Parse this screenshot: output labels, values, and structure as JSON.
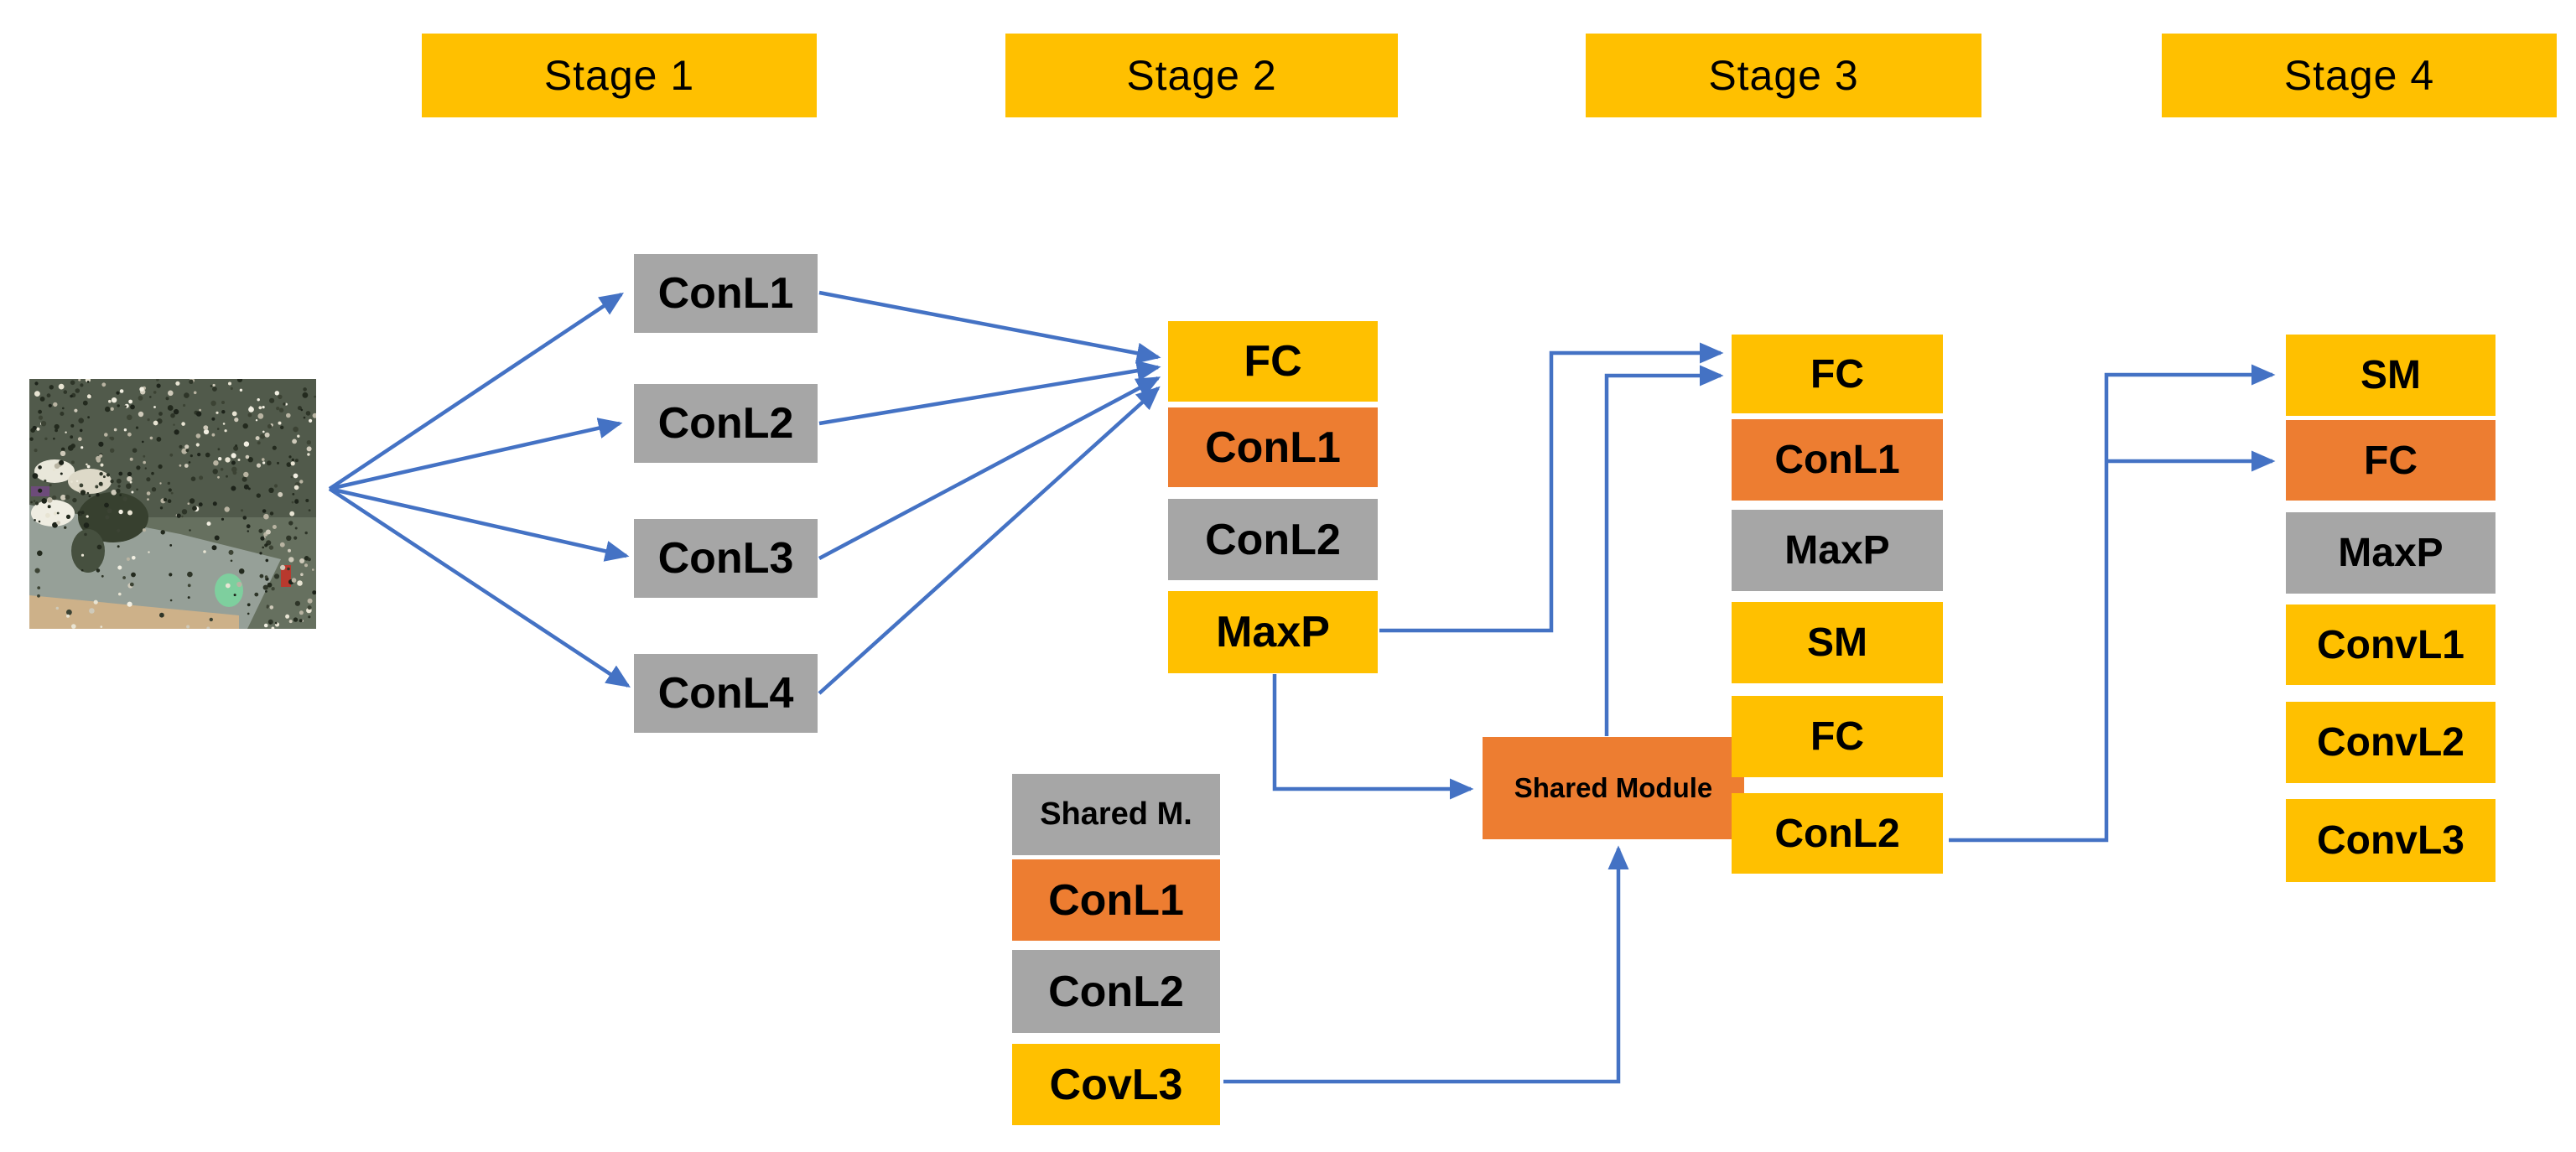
{
  "colors": {
    "gold": "#FFC000",
    "orange": "#ED7D31",
    "gray": "#A6A6A6",
    "arrow_blue": "#4472C4",
    "text": "#000000"
  },
  "headers": [
    {
      "label": "Stage 1"
    },
    {
      "label": "Stage 2"
    },
    {
      "label": "Stage 3"
    },
    {
      "label": "Stage 4"
    }
  ],
  "input_image": {
    "description": "aerial crowd photo"
  },
  "stage1": {
    "boxes": [
      {
        "label": "ConL1",
        "color": "gray"
      },
      {
        "label": "ConL2",
        "color": "gray"
      },
      {
        "label": "ConL3",
        "color": "gray"
      },
      {
        "label": "ConL4",
        "color": "gray"
      }
    ]
  },
  "stage2": {
    "main_stack": [
      {
        "label": "FC",
        "color": "gold"
      },
      {
        "label": "ConL1",
        "color": "orange"
      },
      {
        "label": "ConL2",
        "color": "gray"
      },
      {
        "label": "MaxP",
        "color": "gold"
      }
    ],
    "shared_stack": [
      {
        "label": "Shared M.",
        "color": "gray"
      },
      {
        "label": "ConL1",
        "color": "orange"
      },
      {
        "label": "ConL2",
        "color": "gray"
      },
      {
        "label": "CovL3",
        "color": "gold"
      }
    ]
  },
  "shared_module": {
    "label": "Shared Module",
    "color": "orange"
  },
  "stage3": {
    "boxes": [
      {
        "label": "FC",
        "color": "gold"
      },
      {
        "label": "ConL1",
        "color": "orange"
      },
      {
        "label": "MaxP",
        "color": "gray"
      },
      {
        "label": "SM",
        "color": "gold"
      },
      {
        "label": "FC",
        "color": "gold"
      },
      {
        "label": "ConL2",
        "color": "gold"
      }
    ]
  },
  "stage4": {
    "boxes": [
      {
        "label": "SM",
        "color": "gold"
      },
      {
        "label": "FC",
        "color": "orange"
      },
      {
        "label": "MaxP",
        "color": "gray"
      },
      {
        "label": "ConvL1",
        "color": "gold"
      },
      {
        "label": "ConvL2",
        "color": "gold"
      },
      {
        "label": "ConvL3",
        "color": "gold"
      }
    ]
  }
}
